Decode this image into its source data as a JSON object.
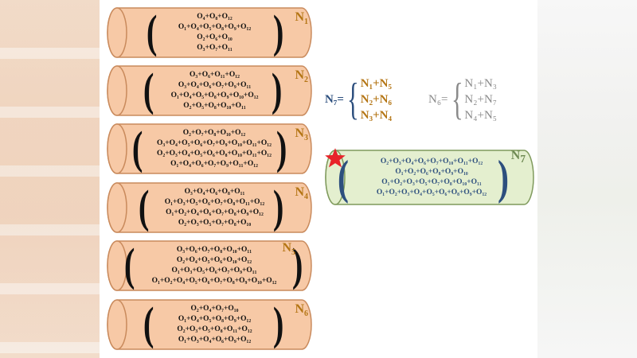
{
  "cylinders": [
    {
      "label": "N",
      "sub": "1",
      "terms": [
        "O₄+O₈+O₁₂",
        "O₁+O₄+O₅+O₈+O₉+O₁₂",
        "O₂+O₆+O₁₀",
        "O₃+O₇+O₁₁"
      ]
    },
    {
      "label": "N",
      "sub": "2",
      "terms": [
        "O₃+O₆+O₁₁+O₁₂",
        "O₃+O₄+O₆+O₇+O₉+O₁₁",
        "O₁+O₄+O₅+O₈+O₉+O₁₀+O₁₂",
        "O₂+O₅+O₈+O₁₀+O₁₁"
      ]
    },
    {
      "label": "N",
      "sub": "3",
      "terms": [
        "O₂+O₇+O₈+O₁₀+O₁₂",
        "O₃+O₄+O₅+O₆+O₇+O₉+O₁₀+O₁₁+O₁₂",
        "O₂+O₃+O₄+O₅+O₆+O₈+O₁₀+O₁₁+O₁₂",
        "O₁+O₄+O₆+O₇+O₉+O₁₁+O₁₂"
      ]
    },
    {
      "label": "N",
      "sub": "4",
      "terms": [
        "O₃+O₄+O₆+O₈+O₁₁",
        "O₁+O₃+O₅+O₆+O₇+O₈+O₁₁+O₁₂",
        "O₁+O₂+O₄+O₆+O₇+O₈+O₉+O₁₂",
        "O₂+O₃+O₅+O₇+O₈+O₁₀"
      ]
    },
    {
      "label": "N",
      "sub": "5",
      "terms": [
        "O₃+O₆+O₇+O₈+O₁₀+O₁₁",
        "O₂+O₄+O₅+O₆+O₁₀+O₁₂",
        "O₁+O₃+O₅+O₆+O₇+O₉+O₁₁",
        "O₁+O₂+O₄+O₅+O₆+O₇+O₈+O₉+O₁₀+O₁₂"
      ]
    },
    {
      "label": "N",
      "sub": "6",
      "terms": [
        "O₂+O₄+O₇+O₁₀",
        "O₁+O₄+O₅+O₈+O₉+O₁₂",
        "O₂+O₃+O₅+O₈+O₁₁+O₁₂",
        "O₁+O₃+O₄+O₆+O₉+O₁₂"
      ]
    }
  ],
  "equations": {
    "n7": {
      "lhs": "N₇=",
      "items": [
        "N₁+N₅",
        "N₂+N₆",
        "N₃+N₄"
      ],
      "color": "#2d4f7e",
      "item_color": "#b47514"
    },
    "n6": {
      "lhs": "N₆=",
      "items": [
        "N₁+N₃",
        "N₂+N₇",
        "N₄+N₅"
      ],
      "color": "#8a8a8a"
    }
  },
  "result": {
    "label": "N",
    "sub": "7",
    "terms": [
      "O₂+O₃+O₄+O₆+O₇+O₁₀+O₁₁+O₁₂",
      "O₁+O₂+O₆+O₈+O₉+O₁₀",
      "O₁+O₂+O₃+O₅+O₇+O₈+O₁₀+O₁₁",
      "O₁+O₂+O₃+O₄+O₅+O₆+O₈+O₉+O₁₂"
    ]
  },
  "colors": {
    "cylinder_fill": "#f7c9a6",
    "cylinder_stroke": "#c98a5c",
    "result_fill": "#e4efcf",
    "result_stroke": "#7f9a5c",
    "star": "#e8232a"
  }
}
